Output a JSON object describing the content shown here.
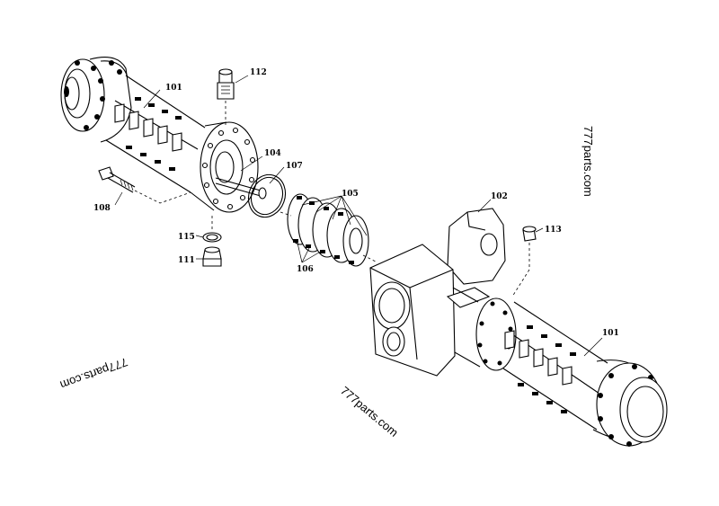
{
  "labels": {
    "p101_left": "101",
    "p101_right": "101",
    "p102": "102",
    "p104": "104",
    "p105": "105",
    "p106": "106",
    "p107": "107",
    "p108": "108",
    "p111": "111",
    "p112": "112",
    "p113": "113",
    "p115": "115"
  },
  "watermarks": {
    "right_top": "777parts.com",
    "left_bottom": "777parts.com",
    "center_bottom": "777parts.com"
  }
}
